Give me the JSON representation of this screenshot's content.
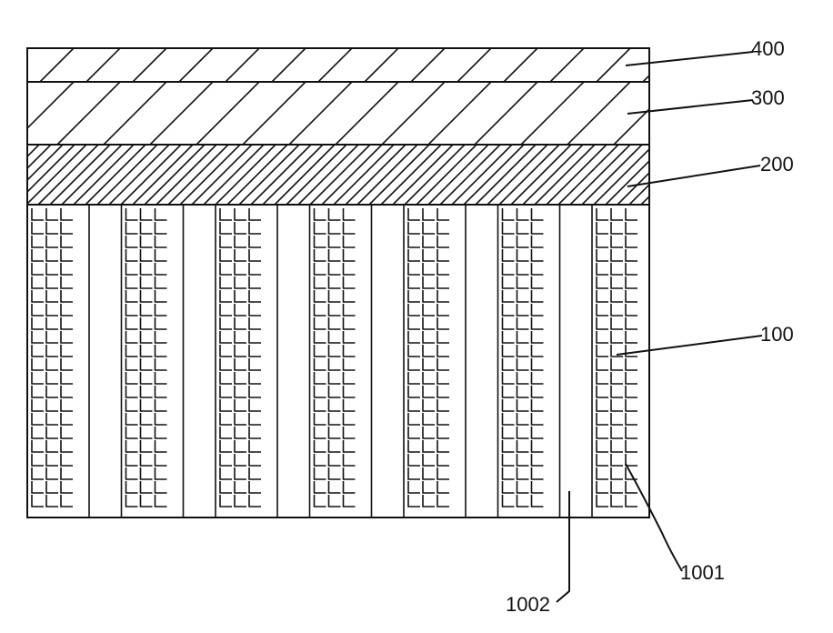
{
  "figure": {
    "layers": [
      {
        "id": "layer-400",
        "label": "400",
        "fill": "diagonal-sparse"
      },
      {
        "id": "layer-300",
        "label": "300",
        "fill": "diagonal-medium"
      },
      {
        "id": "layer-200",
        "label": "200",
        "fill": "diagonal-dense"
      },
      {
        "id": "layer-100",
        "label": "100",
        "fill": "grid-columns"
      }
    ],
    "column_count": 7,
    "refs": {
      "column": "1001",
      "gap": "1002"
    },
    "colors": {
      "line": "#111111",
      "background": "#ffffff"
    }
  }
}
